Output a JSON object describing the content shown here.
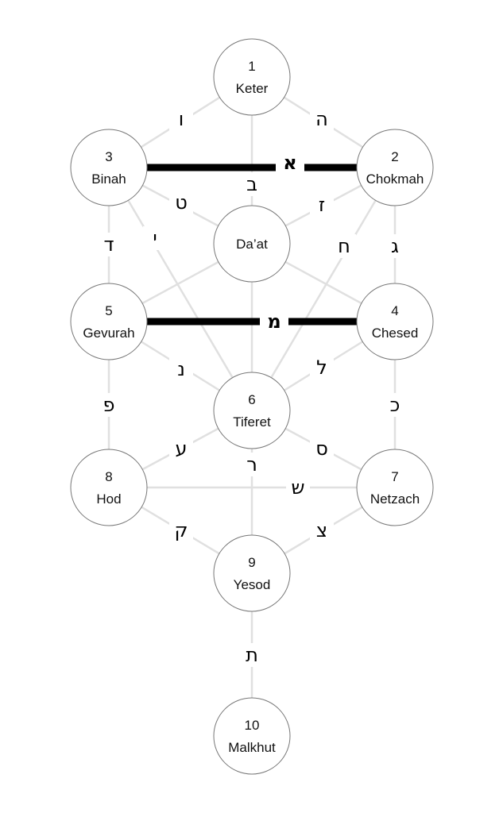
{
  "title": "Tree of Life",
  "nodes": [
    {
      "id": "keter",
      "number": "1",
      "name": "Keter"
    },
    {
      "id": "chokmah",
      "number": "2",
      "name": "Chokmah"
    },
    {
      "id": "binah",
      "number": "3",
      "name": "Binah"
    },
    {
      "id": "daat",
      "number": "",
      "name": "Da’at"
    },
    {
      "id": "chesed",
      "number": "4",
      "name": "Chesed"
    },
    {
      "id": "gevurah",
      "number": "5",
      "name": "Gevurah"
    },
    {
      "id": "tiferet",
      "number": "6",
      "name": "Tiferet"
    },
    {
      "id": "netzach",
      "number": "7",
      "name": "Netzach"
    },
    {
      "id": "hod",
      "number": "8",
      "name": "Hod"
    },
    {
      "id": "yesod",
      "number": "9",
      "name": "Yesod"
    },
    {
      "id": "malkhut",
      "number": "10",
      "name": "Malkhut"
    }
  ],
  "paths": [
    {
      "from": "keter",
      "to": "binah",
      "letter": "ו",
      "style": "thin"
    },
    {
      "from": "keter",
      "to": "chokmah",
      "letter": "ה",
      "style": "thin"
    },
    {
      "from": "keter",
      "to": "daat",
      "letter": "ב",
      "style": "thin"
    },
    {
      "from": "binah",
      "to": "chokmah",
      "letter": "א",
      "style": "thick"
    },
    {
      "from": "binah",
      "to": "daat",
      "letter": "ט",
      "style": "thin"
    },
    {
      "from": "chokmah",
      "to": "daat",
      "letter": "ז",
      "style": "thin"
    },
    {
      "from": "binah",
      "to": "gevurah",
      "letter": "ד",
      "style": "thin"
    },
    {
      "from": "binah",
      "to": "tiferet",
      "letter": "י",
      "style": "thin"
    },
    {
      "from": "chokmah",
      "to": "tiferet",
      "letter": "ח",
      "style": "thin"
    },
    {
      "from": "chokmah",
      "to": "chesed",
      "letter": "ג",
      "style": "thin"
    },
    {
      "from": "daat",
      "to": "gevurah",
      "letter": "",
      "style": "thin"
    },
    {
      "from": "daat",
      "to": "chesed",
      "letter": "",
      "style": "thin"
    },
    {
      "from": "daat",
      "to": "tiferet",
      "letter": "",
      "style": "thin"
    },
    {
      "from": "gevurah",
      "to": "chesed",
      "letter": "מ",
      "style": "thick"
    },
    {
      "from": "gevurah",
      "to": "tiferet",
      "letter": "נ",
      "style": "thin"
    },
    {
      "from": "chesed",
      "to": "tiferet",
      "letter": "ל",
      "style": "thin"
    },
    {
      "from": "gevurah",
      "to": "hod",
      "letter": "פ",
      "style": "thin"
    },
    {
      "from": "chesed",
      "to": "netzach",
      "letter": "כ",
      "style": "thin"
    },
    {
      "from": "tiferet",
      "to": "hod",
      "letter": "ע",
      "style": "thin"
    },
    {
      "from": "tiferet",
      "to": "netzach",
      "letter": "ס",
      "style": "thin"
    },
    {
      "from": "tiferet",
      "to": "yesod",
      "letter": "ר",
      "style": "thin"
    },
    {
      "from": "hod",
      "to": "netzach",
      "letter": "ש",
      "style": "thin"
    },
    {
      "from": "hod",
      "to": "yesod",
      "letter": "ק",
      "style": "thin"
    },
    {
      "from": "netzach",
      "to": "yesod",
      "letter": "צ",
      "style": "thin"
    },
    {
      "from": "yesod",
      "to": "malkhut",
      "letter": "ת",
      "style": "thin"
    }
  ]
}
